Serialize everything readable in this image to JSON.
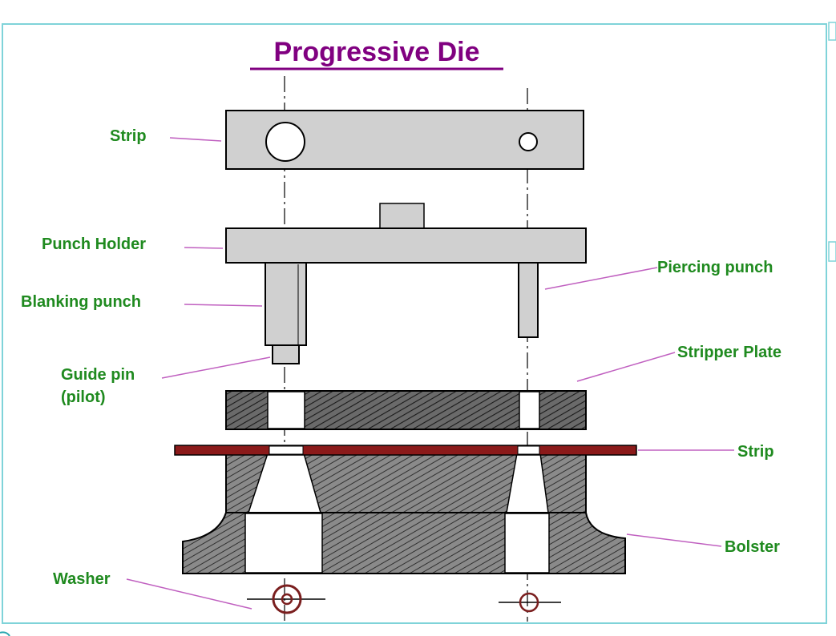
{
  "title": "Progressive Die",
  "labels": {
    "strip_top": "Strip",
    "punch_holder": "Punch Holder",
    "blanking_punch": "Blanking punch",
    "guide_pin_line1": "Guide pin",
    "guide_pin_line2": "(pilot)",
    "piercing_punch": "Piercing punch",
    "stripper_plate": "Stripper Plate",
    "strip_bottom": "Strip",
    "bolster": "Bolster",
    "washer": "Washer"
  },
  "colors": {
    "frame_border": "#7fd3d9",
    "title": "#800080",
    "label_text": "#1f8a1f",
    "leader_line": "#c060c0",
    "part_fill": "#d0d0d0",
    "hatch_fill": "#6e6e6e",
    "strip_red": "#8b1a1a",
    "washer": "#7a1e1e",
    "outline": "#000000"
  }
}
